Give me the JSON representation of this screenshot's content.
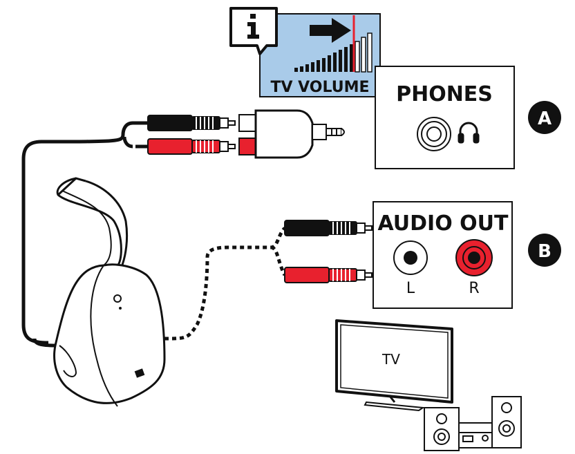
{
  "info_box": {
    "icon": "info-icon",
    "label": "TV VOLUME",
    "bg_color": "#a9cbe9",
    "indicator_color": "#e8212e"
  },
  "panel_a": {
    "title": "PHONES",
    "jack_icon": "headphone-jack",
    "headphone_icon": "headphones-icon",
    "marker": "A"
  },
  "panel_b": {
    "title": "AUDIO OUT",
    "left_label": "L",
    "right_label": "R",
    "marker": "B",
    "red_color": "#e8212e"
  },
  "tv": {
    "label": "TV"
  },
  "stereo": {
    "icon": "stereo-system-icon"
  },
  "base_station": {
    "icon": "headphone-base-station"
  }
}
